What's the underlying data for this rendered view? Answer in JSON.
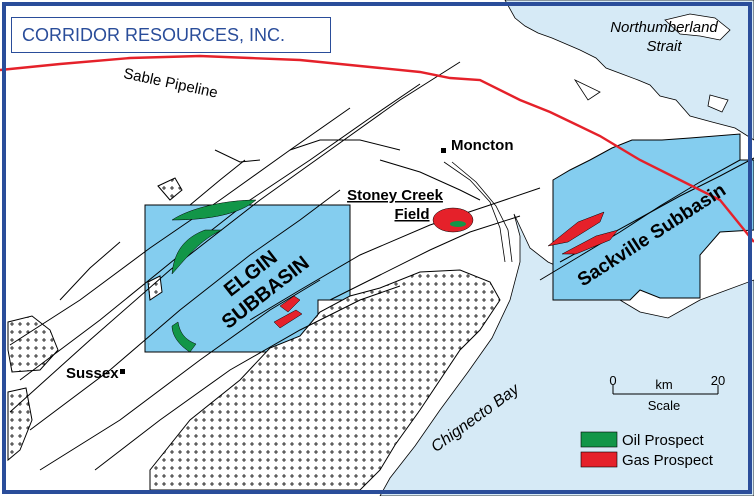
{
  "brand": {
    "text": "CORRIDOR RESOURCES, INC."
  },
  "water": {
    "strait": "Northumberland Strait",
    "strait_line1": "Northumberland",
    "strait_line2": "Strait",
    "bay": "Chignecto Bay"
  },
  "pipeline": {
    "label": "Sable Pipeline"
  },
  "towns": [
    {
      "name": "Moncton"
    },
    {
      "name": "Sussex"
    }
  ],
  "basins": [
    {
      "name": "ELGIN SUBBASIN",
      "line1": "ELGIN",
      "line2": "SUBBASIN"
    },
    {
      "name": "Sackville Subbasin"
    }
  ],
  "field": {
    "name": "Stoney Creek Field",
    "line1": "Stoney Creek",
    "line2": "Field"
  },
  "scale": {
    "min": "0",
    "unit": "km",
    "max": "20",
    "label": "Scale"
  },
  "legend": [
    {
      "label": "Oil Prospect",
      "color": "#129648"
    },
    {
      "label": "Gas Prospect",
      "color": "#e5212a"
    }
  ],
  "colors": {
    "water": "#d6eaf6",
    "basin": "#84cdef",
    "pipeline": "#e5212a",
    "frame": "#2a4d9a"
  }
}
